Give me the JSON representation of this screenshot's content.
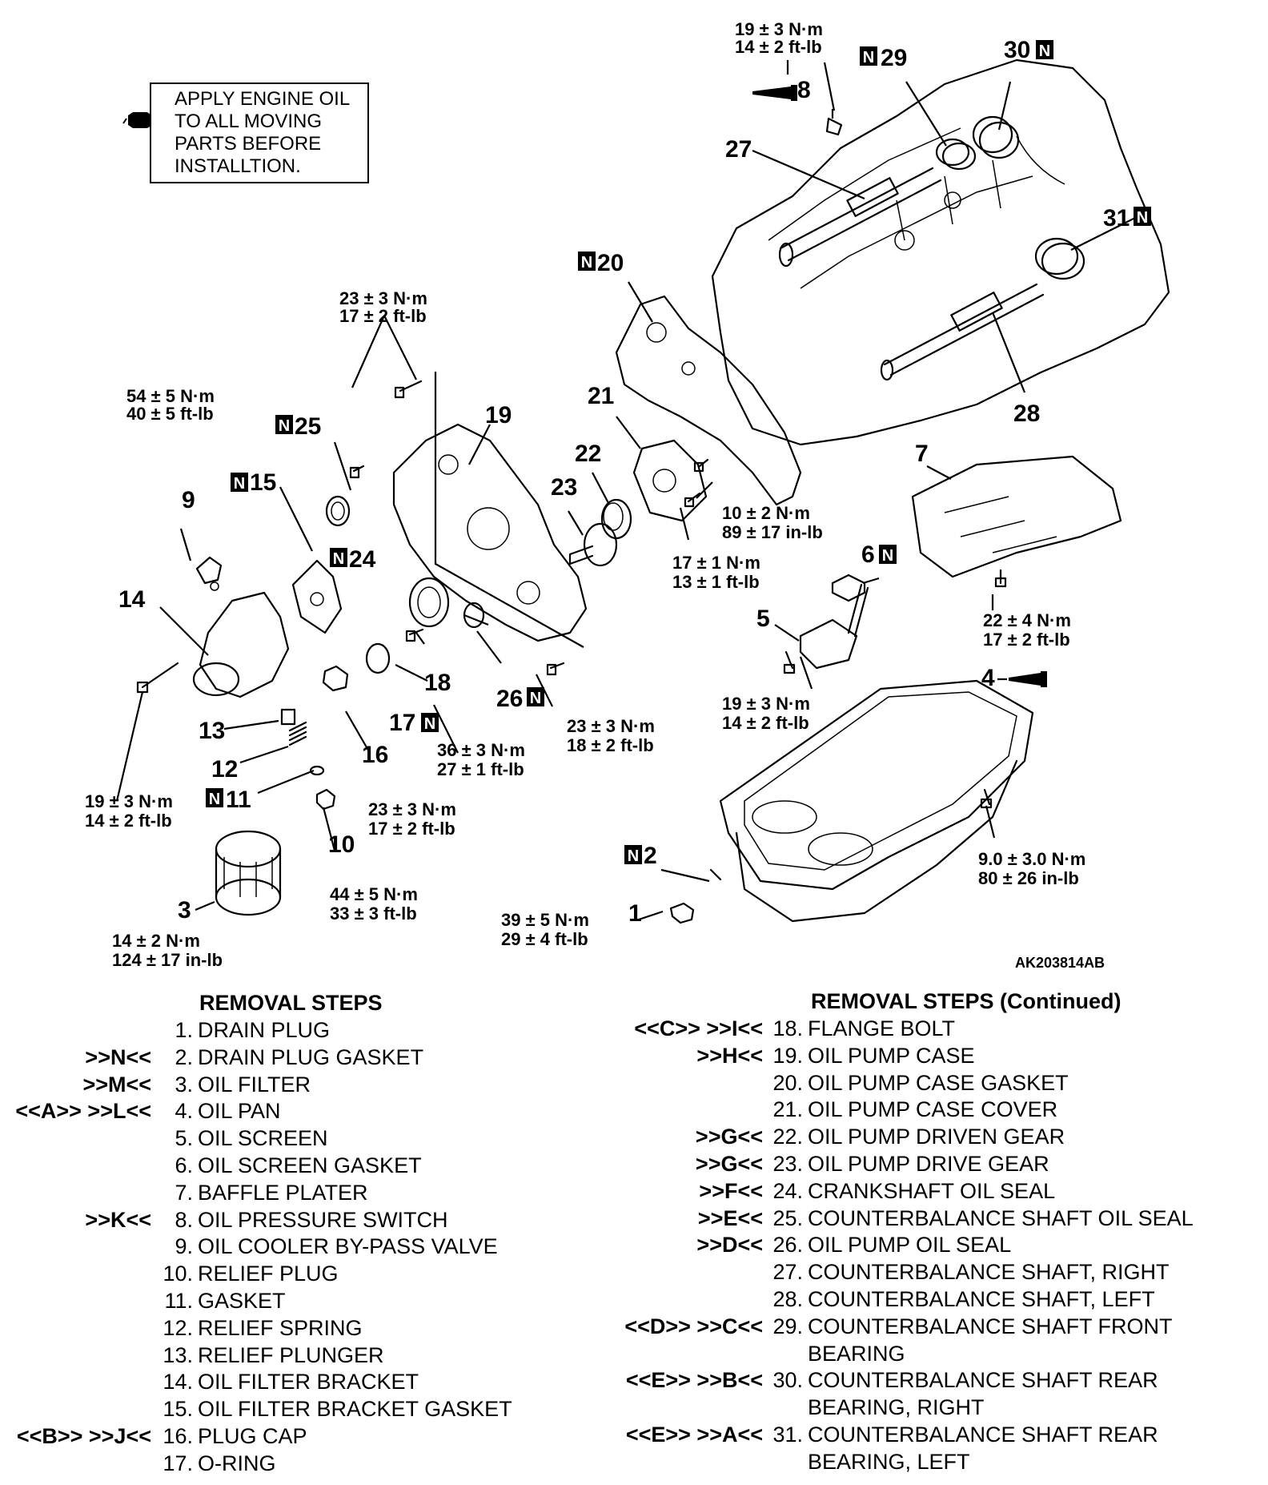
{
  "note": {
    "lines": [
      "APPLY ENGINE OIL",
      "TO ALL MOVING",
      "PARTS BEFORE",
      "INSTALLTION."
    ]
  },
  "callouts": {
    "c1": "1",
    "c2": "2",
    "c3": "3",
    "c4": "4",
    "c5": "5",
    "c6": "6",
    "c7": "7",
    "c8": "8",
    "c9": "9",
    "c10": "10",
    "c11": "11",
    "c12": "12",
    "c13": "13",
    "c14": "14",
    "c15": "15",
    "c16": "16",
    "c17": "17",
    "c18": "18",
    "c19": "19",
    "c20": "20",
    "c21": "21",
    "c22": "22",
    "c23": "23",
    "c24": "24",
    "c25": "25",
    "c26": "26",
    "c27": "27",
    "c28": "28",
    "c29": "29",
    "c30": "30",
    "c31": "31"
  },
  "new_part_badge": "N",
  "torques": {
    "t8": [
      "19 ± 3 N·m",
      "14 ± 2 ft-lb"
    ],
    "t19top": [
      "23 ± 3 N·m",
      "17 ± 2 ft-lb"
    ],
    "t9": [
      "54 ± 5 N·m",
      "40 ± 5 ft-lb"
    ],
    "t21": [
      "10 ± 2 N·m",
      "89 ± 17 in-lb"
    ],
    "t22": [
      "17 ± 1 N·m",
      "13 ± 1 ft-lb"
    ],
    "t7": [
      "22 ± 4 N·m",
      "17 ± 2 ft-lb"
    ],
    "t5": [
      "19 ± 3 N·m",
      "14 ± 2 ft-lb"
    ],
    "t26": [
      "23 ± 3 N·m",
      "18 ± 2 ft-lb"
    ],
    "t18": [
      "36 ± 3 N·m",
      "27 ± 1 ft-lb"
    ],
    "t16": [
      "23 ± 3 N·m",
      "17 ± 2 ft-lb"
    ],
    "t14": [
      "19 ± 3 N·m",
      "14 ± 2 ft-lb"
    ],
    "t10": [
      "44 ± 5 N·m",
      "33 ± 3 ft-lb"
    ],
    "t3": [
      "14 ± 2 N·m",
      "124 ± 17 in-lb"
    ],
    "t1": [
      "39 ± 5 N·m",
      "29 ± 4 ft-lb"
    ],
    "t4": [
      "9.0 ± 3.0 N·m",
      "80 ± 26 in-lb"
    ]
  },
  "figure_id": "AK203814AB",
  "removal_steps": {
    "title": "REMOVAL STEPS",
    "items": [
      {
        "marker": "",
        "num": "1.",
        "text": "DRAIN PLUG"
      },
      {
        "marker": ">>N<<",
        "num": "2.",
        "text": "DRAIN PLUG GASKET"
      },
      {
        "marker": ">>M<<",
        "num": "3.",
        "text": "OIL FILTER"
      },
      {
        "marker": "<<A>> >>L<<",
        "num": "4.",
        "text": "OIL PAN"
      },
      {
        "marker": "",
        "num": "5.",
        "text": "OIL SCREEN"
      },
      {
        "marker": "",
        "num": "6.",
        "text": "OIL SCREEN GASKET"
      },
      {
        "marker": "",
        "num": "7.",
        "text": "BAFFLE PLATER"
      },
      {
        "marker": ">>K<<",
        "num": "8.",
        "text": "OIL PRESSURE SWITCH"
      },
      {
        "marker": "",
        "num": "9.",
        "text": "OIL COOLER BY-PASS VALVE"
      },
      {
        "marker": "",
        "num": "10.",
        "text": "RELIEF PLUG"
      },
      {
        "marker": "",
        "num": "11.",
        "text": "GASKET"
      },
      {
        "marker": "",
        "num": "12.",
        "text": "RELIEF SPRING"
      },
      {
        "marker": "",
        "num": "13.",
        "text": "RELIEF PLUNGER"
      },
      {
        "marker": "",
        "num": "14.",
        "text": "OIL FILTER BRACKET"
      },
      {
        "marker": "",
        "num": "15.",
        "text": "OIL FILTER BRACKET GASKET"
      },
      {
        "marker": "<<B>> >>J<<",
        "num": "16.",
        "text": "PLUG CAP"
      },
      {
        "marker": "",
        "num": "17.",
        "text": "O-RING"
      }
    ]
  },
  "removal_steps_continued": {
    "title": "REMOVAL STEPS (Continued)",
    "items": [
      {
        "marker": "<<C>> >>I<<",
        "num": "18.",
        "text": "FLANGE BOLT"
      },
      {
        "marker": ">>H<<",
        "num": "19.",
        "text": "OIL PUMP CASE"
      },
      {
        "marker": "",
        "num": "20.",
        "text": "OIL PUMP CASE GASKET"
      },
      {
        "marker": "",
        "num": "21.",
        "text": "OIL PUMP CASE COVER"
      },
      {
        "marker": ">>G<<",
        "num": "22.",
        "text": "OIL PUMP DRIVEN GEAR"
      },
      {
        "marker": ">>G<<",
        "num": "23.",
        "text": "OIL PUMP DRIVE GEAR"
      },
      {
        "marker": ">>F<<",
        "num": "24.",
        "text": "CRANKSHAFT OIL SEAL"
      },
      {
        "marker": ">>E<<",
        "num": "25.",
        "text": "COUNTERBALANCE SHAFT OIL SEAL"
      },
      {
        "marker": ">>D<<",
        "num": "26.",
        "text": "OIL PUMP OIL SEAL"
      },
      {
        "marker": "",
        "num": "27.",
        "text": "COUNTERBALANCE SHAFT, RIGHT"
      },
      {
        "marker": "",
        "num": "28.",
        "text": "COUNTERBALANCE SHAFT, LEFT"
      },
      {
        "marker": "<<D>> >>C<<",
        "num": "29.",
        "text": "COUNTERBALANCE SHAFT FRONT"
      },
      {
        "marker": "",
        "num": "",
        "text": "BEARING"
      },
      {
        "marker": "<<E>> >>B<<",
        "num": "30.",
        "text": "COUNTERBALANCE SHAFT REAR"
      },
      {
        "marker": "",
        "num": "",
        "text": "BEARING, RIGHT"
      },
      {
        "marker": "<<E>> >>A<<",
        "num": "31.",
        "text": "COUNTERBALANCE SHAFT REAR"
      },
      {
        "marker": "",
        "num": "",
        "text": "BEARING, LEFT"
      }
    ]
  }
}
